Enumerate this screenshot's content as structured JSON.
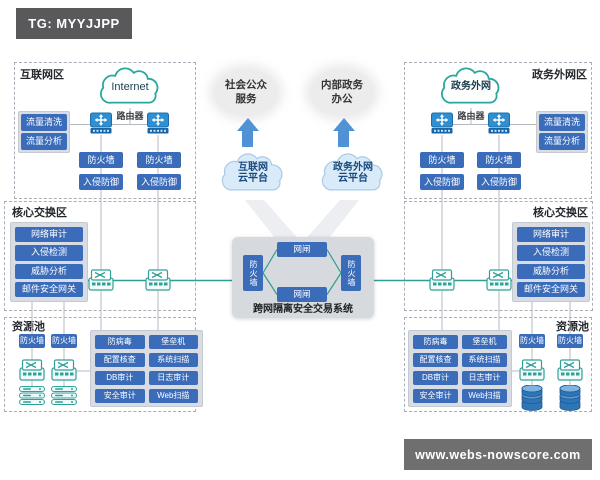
{
  "banners": {
    "tg": "TG: MYYJJPP",
    "url": "www.webs-nowscore.com"
  },
  "zones": {
    "internet": {
      "label": "互联网区",
      "cloud": "Internet",
      "router": "路由器",
      "traffic_clean": "流量清洗",
      "traffic_analysis": "流量分析",
      "firewall": "防火墙",
      "ips": "入侵防御"
    },
    "gov": {
      "label": "政务外网区",
      "cloud": "政务外网",
      "router": "路由器",
      "traffic_clean": "流量清洗",
      "traffic_analysis": "流量分析",
      "firewall": "防火墙",
      "ips": "入侵防御"
    },
    "core_left": {
      "label": "核心交换区",
      "boxes": [
        "网络审计",
        "入侵检测",
        "威胁分析",
        "邮件安全网关"
      ]
    },
    "core_right": {
      "label": "核心交换区",
      "boxes": [
        "网络审计",
        "入侵检测",
        "威胁分析",
        "邮件安全网关"
      ]
    },
    "pool_left": {
      "label": "资源池",
      "firewall": "防火墙",
      "grid": [
        "防病毒",
        "堡垒机",
        "配置核查",
        "系统扫描",
        "DB审计",
        "日志审计",
        "安全审计",
        "Web扫描"
      ]
    },
    "pool_right": {
      "label": "资源池",
      "firewall": "防火墙",
      "grid": [
        "防病毒",
        "堡垒机",
        "配置核查",
        "系统扫描",
        "DB审计",
        "日志审计",
        "安全审计",
        "Web扫描"
      ]
    }
  },
  "center": {
    "service1_line1": "社会公众",
    "service1_line2": "服务",
    "service2_line1": "内部政务",
    "service2_line2": "办公",
    "cloud1_line1": "互联网",
    "cloud1_line2": "云平台",
    "cloud2_line1": "政务外网",
    "cloud2_line2": "云平台",
    "firewall": "防火墙",
    "gate": "网闸",
    "system": "跨网隔离安全交易系统"
  },
  "icons": {
    "cloud": "cloud-icon",
    "router": "router-icon",
    "switch": "switch-icon",
    "server_stack": "server-stack-icon",
    "database": "database-icon",
    "up_arrow": "arrow-up-icon"
  },
  "colors": {
    "box_blue": "#3b6cba",
    "teal": "#2fa198",
    "line_gray": "#b4bac0",
    "tg_banner": "#59595b",
    "url_banner": "#6f6f6f",
    "cloud_fill": "#d9ebf9"
  }
}
